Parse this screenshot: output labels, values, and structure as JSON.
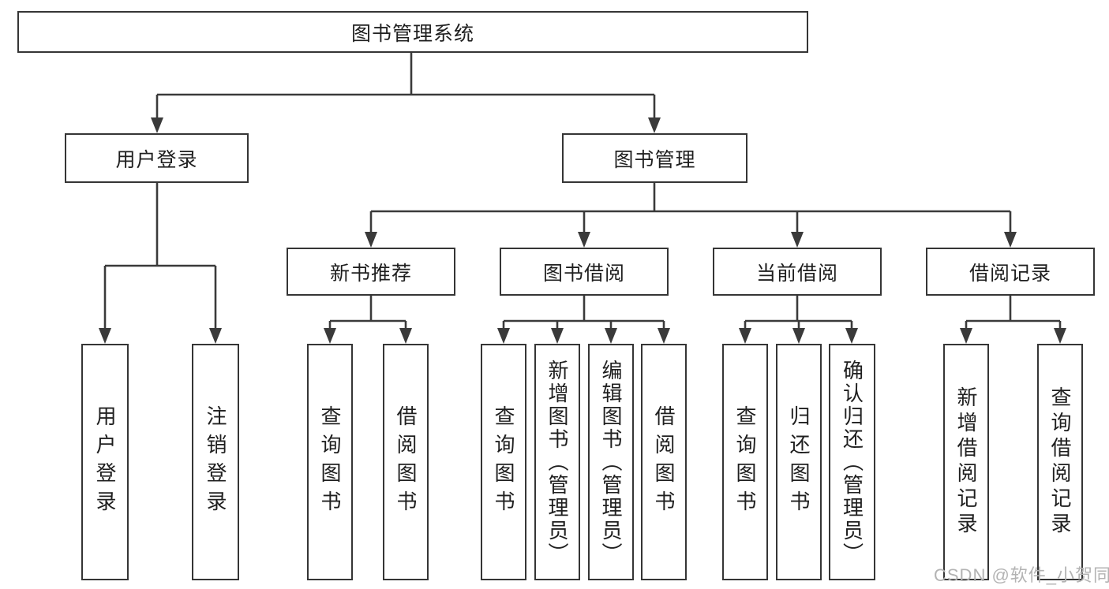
{
  "diagram": {
    "root": {
      "label": "图书管理系统"
    },
    "branches": [
      {
        "label": "用户登录",
        "leaves": [
          {
            "label": "用户登录"
          },
          {
            "label": "注销登录"
          }
        ]
      },
      {
        "label": "图书管理",
        "groups": [
          {
            "label": "新书推荐",
            "leaves": [
              {
                "label": "查询图书"
              },
              {
                "label": "借阅图书"
              }
            ]
          },
          {
            "label": "图书借阅",
            "leaves": [
              {
                "label": "查询图书"
              },
              {
                "label": "新增图书（管理员）"
              },
              {
                "label": "编辑图书（管理员）"
              },
              {
                "label": "借阅图书"
              }
            ]
          },
          {
            "label": "当前借阅",
            "leaves": [
              {
                "label": "查询图书"
              },
              {
                "label": "归还图书"
              },
              {
                "label": "确认归还（管理员）"
              }
            ]
          },
          {
            "label": "借阅记录",
            "leaves": [
              {
                "label": "新增借阅记录"
              },
              {
                "label": "查询借阅记录"
              }
            ]
          }
        ]
      }
    ]
  },
  "watermark": "CSDN @软件_小贺同学",
  "colors": {
    "line": "#3a3a3a",
    "box_border": "#353535",
    "text": "#1f1f1f",
    "watermark": "#b3b3b3",
    "background": "#ffffff"
  }
}
